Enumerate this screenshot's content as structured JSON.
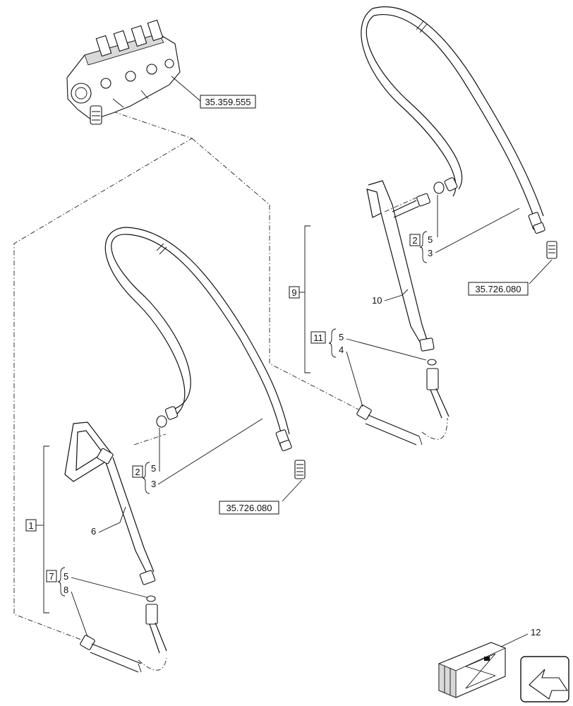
{
  "references": {
    "valve": "35.359.555",
    "fitting_left": "35.726.080",
    "fitting_right": "35.726.080"
  },
  "callouts": {
    "c1": "1",
    "c2a": "2",
    "c2b": "2",
    "c3a": "3",
    "c3b": "3",
    "c4": "4",
    "c5a": "5",
    "c5b": "5",
    "c5c": "5",
    "c5d": "5",
    "c6": "6",
    "c7": "7",
    "c8": "8",
    "c9": "9",
    "c10": "10",
    "c11": "11",
    "c12": "12"
  },
  "icons": [
    "kit-crate-icon",
    "navigation-arrow-icon"
  ]
}
